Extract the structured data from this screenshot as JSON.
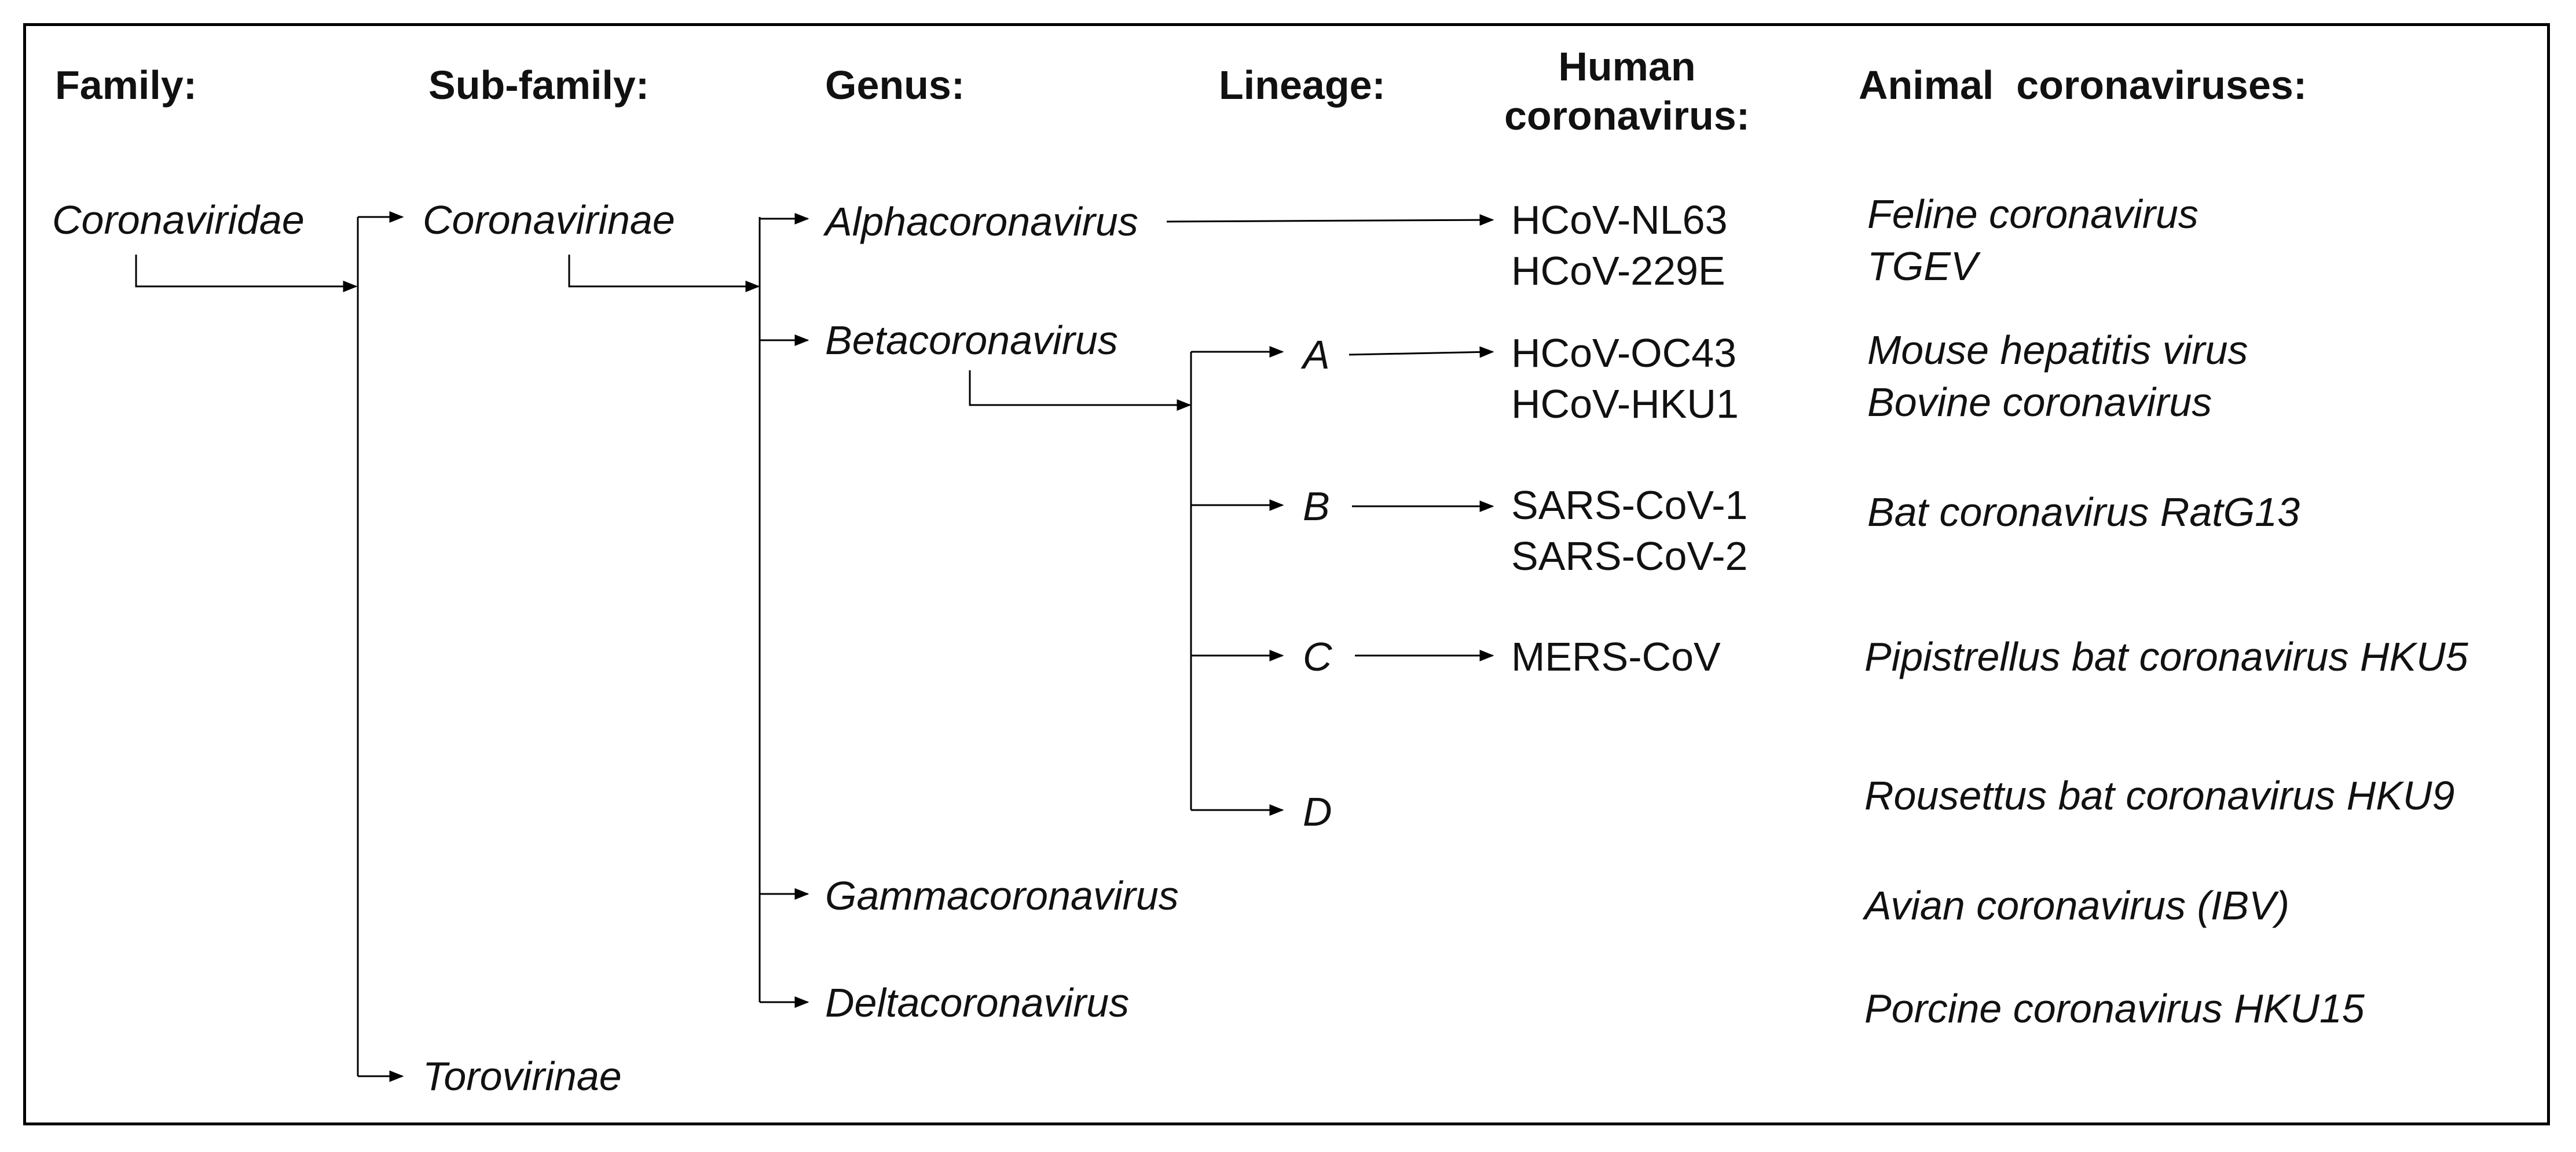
{
  "headers": {
    "family": "Family:",
    "subfamily": "Sub-family:",
    "genus": "Genus:",
    "lineage": "Lineage:",
    "human_line1": "Human",
    "human_line2": "coronavirus:",
    "animal": "Animal  coronaviruses:"
  },
  "family": "Coronaviridae",
  "subfamilies": [
    "Coronavirinae",
    "Torovirinae"
  ],
  "genera": [
    "Alphacoronavirus",
    "Betacoronavirus",
    "Gammacoronavirus",
    "Deltacoronavirus"
  ],
  "lineages": [
    "A",
    "B",
    "C",
    "D"
  ],
  "human": {
    "alpha": [
      "HCoV-NL63",
      "HCoV-229E"
    ],
    "lineage_a": [
      "HCoV-OC43",
      "HCoV-HKU1"
    ],
    "lineage_b": [
      "SARS-CoV-1",
      "SARS-CoV-2"
    ],
    "lineage_c": [
      "MERS-CoV"
    ]
  },
  "animal": {
    "alpha": [
      "Feline coronavirus",
      "TGEV"
    ],
    "lineage_a": [
      "Mouse hepatitis virus",
      "Bovine coronavirus"
    ],
    "lineage_b": [
      "Bat coronavirus RatG13"
    ],
    "lineage_c": [
      "Pipistrellus bat coronavirus HKU5"
    ],
    "lineage_d": [
      "Rousettus bat coronavirus HKU9"
    ],
    "gamma": [
      "Avian coronavirus (IBV)"
    ],
    "delta": [
      "Porcine coronavirus HKU15"
    ]
  }
}
